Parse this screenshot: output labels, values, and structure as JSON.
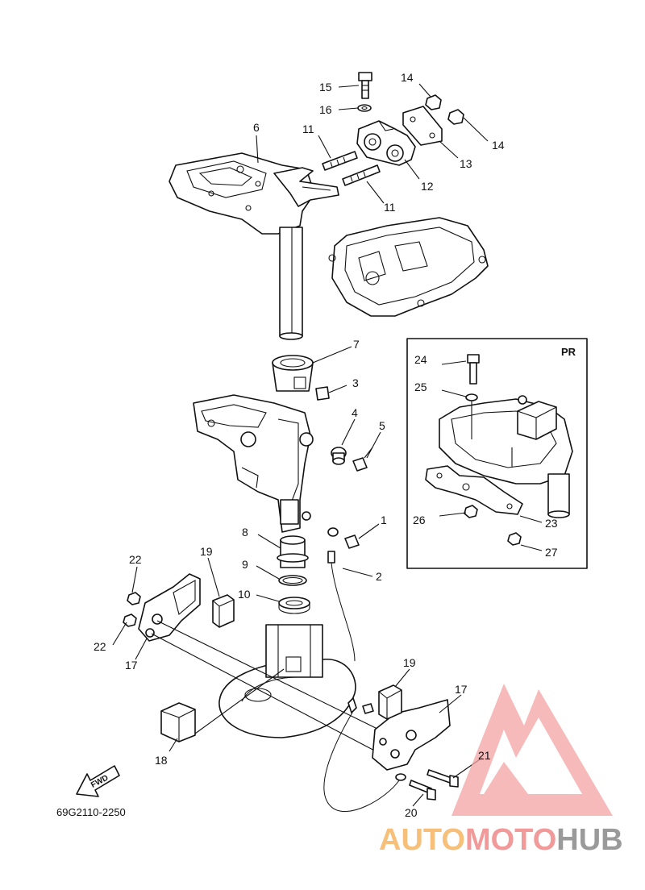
{
  "diagram": {
    "code": "69G2110-2250",
    "inset_label": "PR",
    "direction_label": "FWD",
    "callouts": {
      "c1": "1",
      "c2": "2",
      "c3": "3",
      "c4": "4",
      "c5": "5",
      "c6": "6",
      "c7": "7",
      "c8": "8",
      "c9": "9",
      "c10": "10",
      "c11a": "11",
      "c11b": "11",
      "c12": "12",
      "c13": "13",
      "c14a": "14",
      "c14b": "14",
      "c15": "15",
      "c16": "16",
      "c17a": "17",
      "c17b": "17",
      "c18": "18",
      "c19a": "19",
      "c19b": "19",
      "c20": "20",
      "c21": "21",
      "c22a": "22",
      "c22b": "22",
      "c23": "23",
      "c24": "24",
      "c25": "25",
      "c26": "26",
      "c27": "27"
    }
  },
  "watermark": {
    "part1": "AUTO",
    "part2": "MOTO",
    "part3": "HUB",
    "colors": {
      "auto": "#f6c07a",
      "moto": "#f29a9a",
      "hub": "#9a9a9a",
      "logo": "#f4a3a3"
    }
  }
}
